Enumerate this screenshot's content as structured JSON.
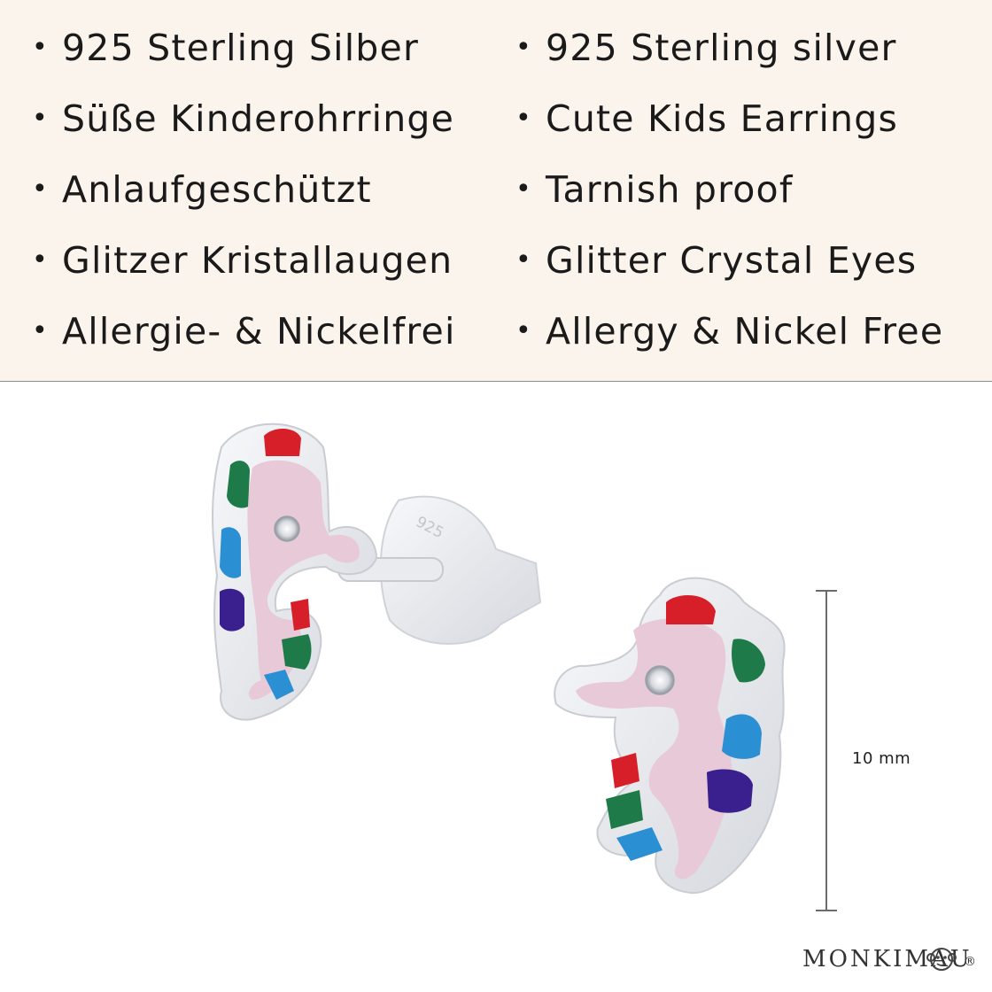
{
  "features": {
    "german": [
      "925 Sterling Silber",
      "Süße Kinderohrringe",
      "Anlaufgeschützt",
      "Glitzer Kristallaugen",
      "Allergie- & Nickelfrei"
    ],
    "english": [
      "925 Sterling silver",
      "Cute Kids Earrings",
      "Tarnish proof",
      "Glitter Crystal Eyes",
      "Allergy & Nickel Free"
    ],
    "bullet": "•"
  },
  "product": {
    "stamp": "925",
    "measurement_label": "10 mm",
    "colors": {
      "pink_enamel": "#e8c9d8",
      "silver": "#e6e8ec",
      "red": "#d71f2a",
      "green": "#1f7a4a",
      "blue": "#2b8fd3",
      "purple": "#3a1f8f"
    }
  },
  "brand": {
    "name": "MONKIMAU",
    "registered_mark": "®",
    "logo_icon": "monkey-face-icon"
  }
}
